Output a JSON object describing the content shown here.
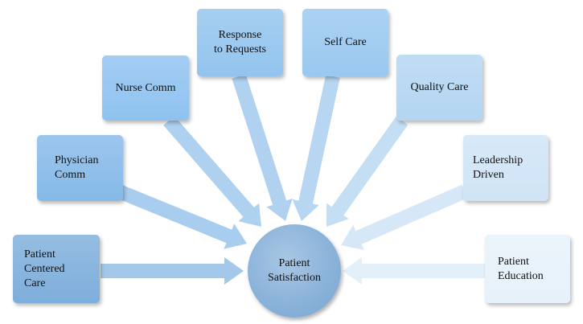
{
  "center": {
    "label": "Patient\nSatisfaction",
    "color": "#8bb3da"
  },
  "factors": [
    {
      "id": "patient-centered-care",
      "label": "Patient\nCentered\nCare",
      "color": "#7eaedb",
      "arrow_color": "#a4c8ea"
    },
    {
      "id": "physician-comm",
      "label": "Physician\nComm",
      "color": "#86b9e8",
      "arrow_color": "#a9cdee"
    },
    {
      "id": "nurse-comm",
      "label": "Nurse Comm",
      "color": "#8fc2f0",
      "arrow_color": "#afd1f0"
    },
    {
      "id": "response-to-requests",
      "label": "Response\nto Requests",
      "color": "#92c4ee",
      "arrow_color": "#b0d2f0"
    },
    {
      "id": "self-care",
      "label": "Self Care",
      "color": "#9ac8ef",
      "arrow_color": "#b6d6f2"
    },
    {
      "id": "quality-care",
      "label": "Quality Care",
      "color": "#b3d5f1",
      "arrow_color": "#c4def4"
    },
    {
      "id": "leadership-driven",
      "label": "Leadership\nDriven",
      "color": "#cfe4f6",
      "arrow_color": "#d6e8f7"
    },
    {
      "id": "patient-education",
      "label": "Patient\nEducation",
      "color": "#e6f1fa",
      "arrow_color": "#e3eff9"
    }
  ]
}
